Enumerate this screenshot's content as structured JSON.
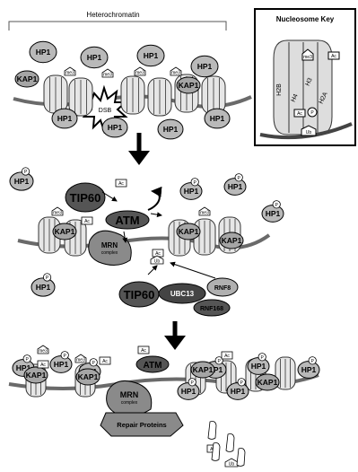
{
  "heterochromatin_label": "Heterochromatin",
  "key": {
    "title": "Nucleosome Key",
    "histones": [
      "H2B",
      "H4",
      "H3",
      "H2A"
    ],
    "marks": [
      "me3",
      "Ac",
      "Ac",
      "P",
      "Ub"
    ]
  },
  "labels": {
    "hp1": "HP1",
    "kap1": "KAP1",
    "me3": "me3",
    "ac": "Ac",
    "p": "P",
    "ub": "Ub",
    "dsb": "DSB",
    "tip60": "TIP60",
    "atm": "ATM",
    "mrn": "MRN",
    "mrn_complex": "complex",
    "ubc13": "UBC13",
    "rnf8": "RNF8",
    "rnf168": "RNF168",
    "repair_proteins": "Repair Proteins"
  },
  "colors": {
    "hp1_fill": "#b9b9b9",
    "dark_protein": "#555555",
    "mrn_fill": "#8a8a8a",
    "dna": "#6a6a6a"
  }
}
